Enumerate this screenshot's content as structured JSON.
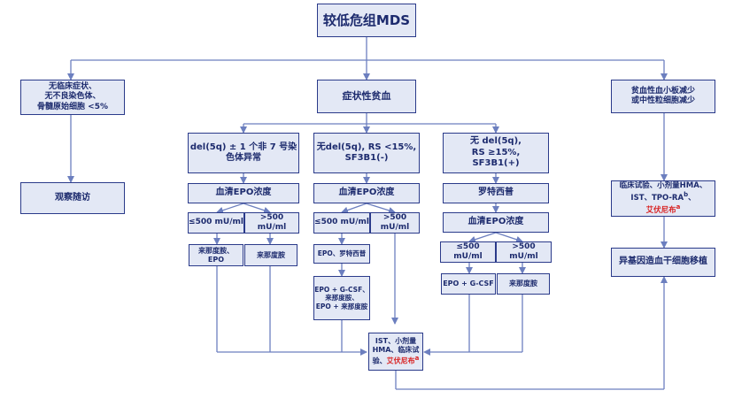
{
  "title": "较低危组MDS",
  "branches": {
    "left": {
      "condition": "无临床症状、\n无不良染色体、\n骨髓原始细胞 <5%",
      "action": "观察随访"
    },
    "center": {
      "header": "症状性贫血",
      "col1": {
        "condition": "del(5q) ± 1 个非 7 号染\n色体异常",
        "test": "血清EPO浓度",
        "low": "≤500 mU/ml",
        "high": ">500 mU/ml",
        "low_tx": "来那度胺、\nEPO",
        "high_tx": "来那度胺"
      },
      "col2": {
        "condition": "无del(5q), RS <15%,\nSF3B1(-)",
        "test": "血清EPO浓度",
        "low": "≤500 mU/ml",
        "high": ">500 mU/ml",
        "low_tx1": "EPO、罗特西普",
        "low_tx2": "EPO + G-CSF、\n来那度胺、\nEPO + 来那度胺"
      },
      "col3": {
        "condition": "无 del(5q),\nRS ≥15%,\nSF3B1(+)",
        "drug": "罗特西普",
        "test": "血清EPO浓度",
        "low": "≤500 mU/ml",
        "high": ">500 mU/ml",
        "low_tx": "EPO + G-CSF",
        "high_tx": "来那度胺"
      },
      "converge": {
        "line1": "IST、小剂量",
        "line2": "HMA、临床试",
        "line3_prefix": "验、",
        "line3_red": "艾伏尼布",
        "line3_sup": "a"
      }
    },
    "right": {
      "condition": "贫血性血小板减少\n或中性粒细胞减少",
      "tx_line1": "临床试验、小剂量HMA、",
      "tx_line2_prefix": "IST、TPO-RA",
      "tx_line2_sup": "b",
      "tx_line2_suffix": "、",
      "tx_line3_red": "艾伏尼布",
      "tx_line3_sup": "a",
      "transplant": "异基因造血干细胞移植"
    }
  },
  "colors": {
    "box_fill": "#e3e8f5",
    "border": "#2a3a8a",
    "text": "#1d2b6e",
    "line": "#6c7fbf",
    "highlight": "#d81e1e"
  }
}
